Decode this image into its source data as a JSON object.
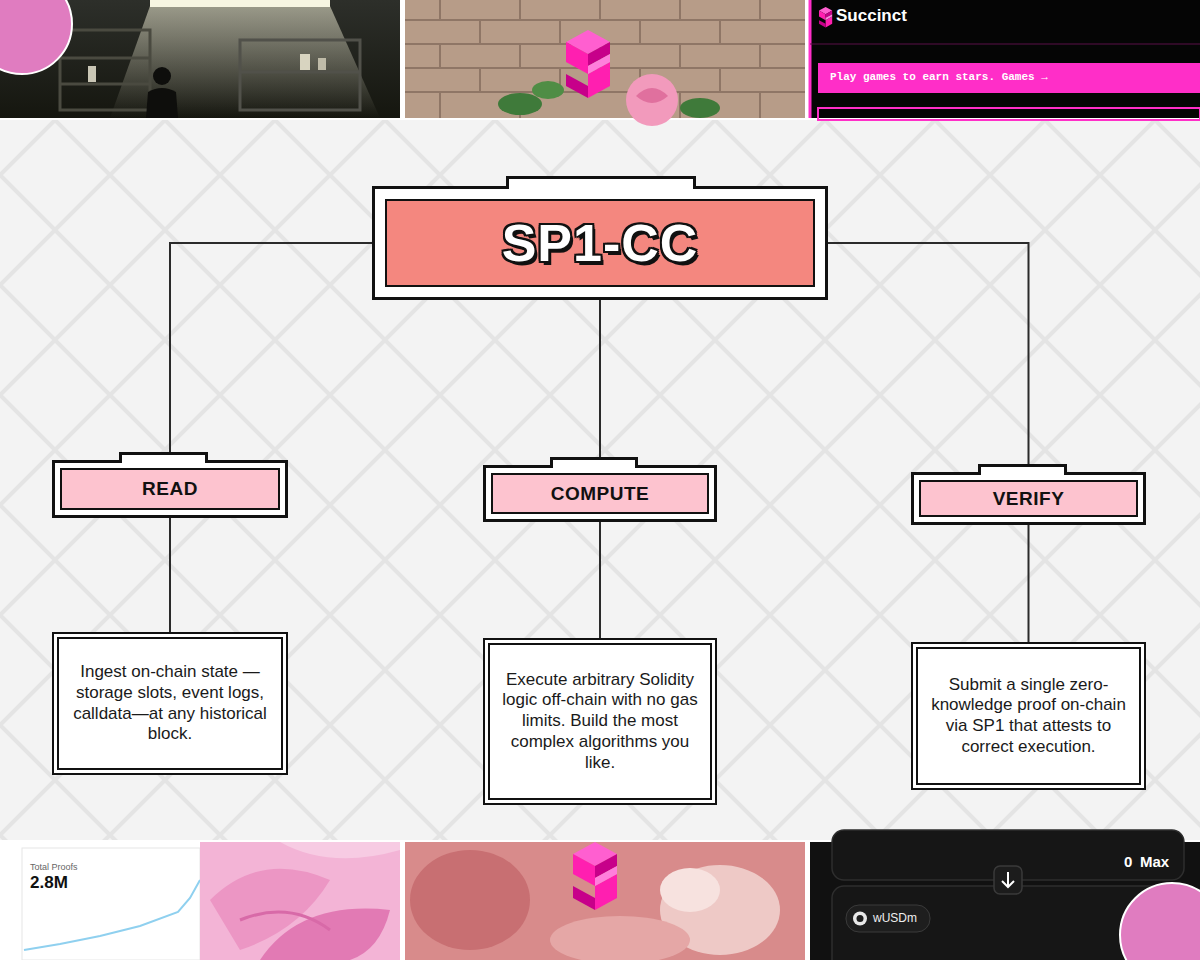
{
  "diagram": {
    "nodes": [
      {
        "text": [
          "SP1-CC"
        ]
      },
      {
        "text": [
          "READ"
        ]
      },
      {
        "text": [
          "COMPUTE"
        ]
      },
      {
        "text": [
          "VERIFY"
        ]
      },
      {
        "text": [
          "Ingest on-chain state —storage slots, event logs, calldata—at any historical block."
        ]
      },
      {
        "text": [
          "Execute arbitrary Solidity logic off-chain with no gas limits. Build the most complex algorithms you like."
        ]
      },
      {
        "text": [
          "Submit a single zero-knowledge proof on-chain via SP1 that attests to correct execution."
        ]
      }
    ],
    "edges": [
      {
        "from": 0,
        "to": 1,
        "arrow": "none"
      },
      {
        "from": 0,
        "to": 2,
        "arrow": "none"
      },
      {
        "from": 0,
        "to": 3,
        "arrow": "none"
      },
      {
        "from": 1,
        "to": 4,
        "arrow": "none"
      },
      {
        "from": 2,
        "to": 5,
        "arrow": "none"
      },
      {
        "from": 3,
        "to": 6,
        "arrow": "none"
      }
    ],
    "labels": [
      "Succinct",
      "Play games to earn stars. Games →",
      "Total Proofs",
      "2.8M",
      "0",
      "Max",
      "wUSDm"
    ]
  }
}
